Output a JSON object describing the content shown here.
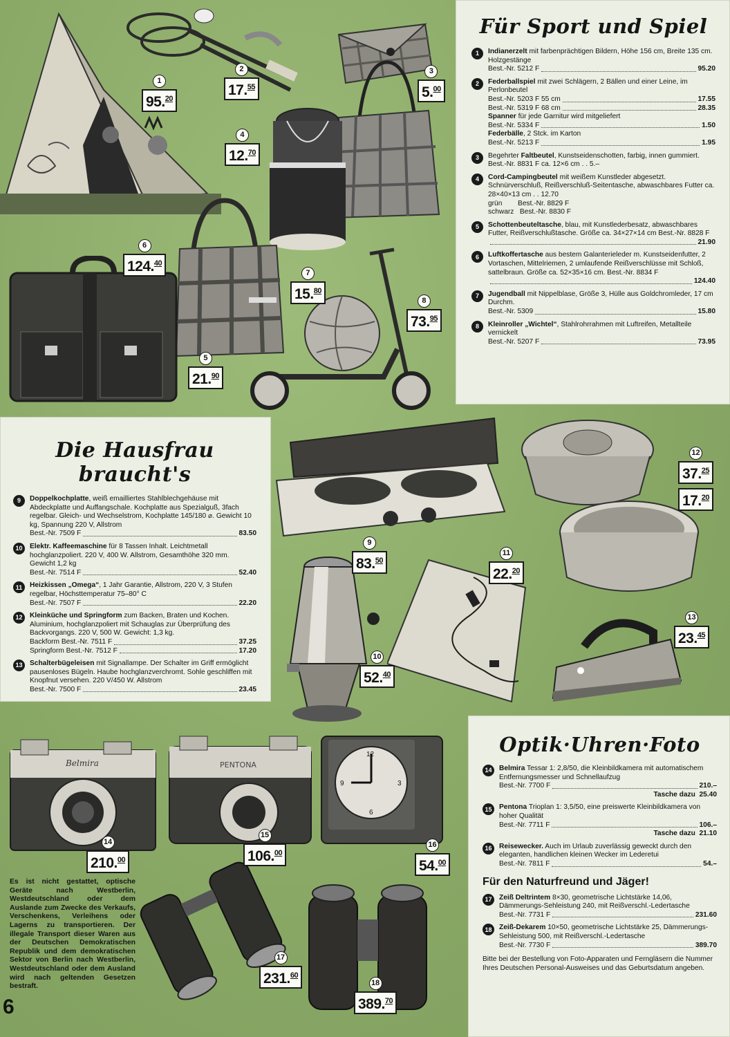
{
  "page_number": "6",
  "sport": {
    "title": "Für Sport und Spiel",
    "items": [
      {
        "num": "1",
        "title": "Indianerzelt",
        "text": " mit farbenprächtigen Bildern, Höhe 156 cm, Breite 135 cm. Holzgestänge",
        "lines": [
          {
            "label": "Best.-Nr. 5212 F",
            "price": "95.20"
          }
        ]
      },
      {
        "num": "2",
        "title": "Federballspiel",
        "text": " mit zwei Schlägern, 2 Bällen und einer Leine, im Perlonbeutel",
        "lines": [
          {
            "label": "Best.-Nr. 5203 F 55 cm",
            "price": "17.55"
          },
          {
            "label": "Best.-Nr. 5319 F 68 cm",
            "price": "28.35"
          }
        ],
        "extra": [
          {
            "title": "Spanner",
            "text": " für jede Garnitur wird mitgeliefert",
            "lines": [
              {
                "label": "Best.-Nr. 5334 F",
                "price": "1.50"
              }
            ]
          },
          {
            "title": "Federbälle",
            "text": ", 2 Stck. im Karton",
            "lines": [
              {
                "label": "Best.-Nr. 5213 F",
                "price": "1.95"
              }
            ]
          }
        ]
      },
      {
        "num": "3",
        "title": "Faltbeutel",
        "pre": "Begehrter ",
        "text": ", Kunstseidenschotten, farbig, innen gummiert. Best.-Nr. 8831 F ca. 12×6 cm . . 5.–",
        "lines": []
      },
      {
        "num": "4",
        "title": "Cord-Campingbeutel",
        "text": " mit weißem Kunstleder abgesetzt. Schnürverschluß, Reißverschluß-Seitentasche, abwaschbares Futter ca. 28×40×13 cm . . 12.70",
        "lines": [],
        "sub": [
          "grün        Best.-Nr. 8829 F",
          "schwarz   Best.-Nr. 8830 F"
        ]
      },
      {
        "num": "5",
        "title": "Schottenbeuteltasche",
        "text": ", blau, mit Kunstlederbesatz, abwaschbares Futter, Reißverschlußtasche. Größe ca. 34×27×14 cm Best.-Nr. 8828 F",
        "lines": [
          {
            "label": "",
            "price": "21.90"
          }
        ]
      },
      {
        "num": "6",
        "title": "Luftkoffertasche",
        "text": " aus bestem Galanterieleder m. Kunstseidenfutter, 2 Vortaschen, Mittelriemen, 2 umlaufende Reißverschlüsse mit Schloß, sattelbraun. Größe ca. 52×35×16 cm. Best.-Nr. 8834 F",
        "lines": [
          {
            "label": "",
            "price": "124.40"
          }
        ]
      },
      {
        "num": "7",
        "title": "Jugendball",
        "text": " mit Nippelblase, Größe 3, Hülle aus Goldchromleder, 17 cm Durchm.",
        "lines": [
          {
            "label": "Best.-Nr. 5309",
            "price": "15.80"
          }
        ]
      },
      {
        "num": "8",
        "title": "Kleinroller „Wichtel“",
        "text": ", Stahlrohrrahmen mit Luftreifen, Metallteile vernickelt",
        "lines": [
          {
            "label": "Best.-Nr. 5207 F",
            "price": "73.95"
          }
        ]
      }
    ]
  },
  "haus": {
    "title": "Die Hausfrau braucht's",
    "items": [
      {
        "num": "9",
        "title": "Doppelkochplatte",
        "text": ", weiß emailliertes Stahlblechgehäuse mit Abdeckplatte und Auffangschale. Kochplatte aus Spezialguß, 3fach regelbar. Gleich- und Wechselstrom, Kochplatte 145/180 ⌀. Gewicht 10 kg, Spannung 220 V, Allstrom",
        "lines": [
          {
            "label": "Best.-Nr. 7509 F",
            "price": "83.50"
          }
        ]
      },
      {
        "num": "10",
        "title": "Elektr. Kaffeemaschine",
        "text": " für 8 Tassen Inhalt. Leichtmetall hochglanzpoliert. 220 V, 400 W. Allstrom, Gesamthöhe 320 mm. Gewicht 1,2 kg",
        "lines": [
          {
            "label": "Best.-Nr. 7514 F",
            "price": "52.40"
          }
        ]
      },
      {
        "num": "11",
        "title": "Heizkissen „Omega“",
        "text": ", 1 Jahr Garantie, Allstrom, 220 V, 3 Stufen regelbar, Höchsttemperatur 75–80° C",
        "lines": [
          {
            "label": "Best.-Nr. 7507 F",
            "price": "22.20"
          }
        ]
      },
      {
        "num": "12",
        "title": "Kleinküche und Springform",
        "text": " zum Backen, Braten und Kochen. Aluminium, hochglanzpoliert mit Schauglas zur Überprüfung des Backvorgangs. 220 V, 500 W. Gewicht: 1,3 kg.",
        "lines": [
          {
            "label": "Backform      Best.-Nr. 7511 F",
            "price": "37.25"
          },
          {
            "label": "Springform    Best.-Nr. 7512 F",
            "price": "17.20"
          }
        ]
      },
      {
        "num": "13",
        "title": "Schalterbügeleisen",
        "text": " mit Signallampe. Der Schalter im Griff ermöglicht pausenloses Bügeln. Haube hochglanzverchromt. Sohle geschliffen mit Knopfnut versehen. 220 V/450 W. Allstrom",
        "lines": [
          {
            "label": "Best.-Nr. 7500 F",
            "price": "23.45"
          }
        ]
      }
    ]
  },
  "optik": {
    "title": "Optik·Uhren·Foto",
    "items": [
      {
        "num": "14",
        "title": "Belmira",
        "text": " Tessar 1: 2,8/50, die Kleinbildkamera mit automatischem Entfernungsmesser und Schnellaufzug",
        "lines": [
          {
            "label": "Best.-Nr. 7700 F",
            "price": "210.–"
          }
        ],
        "right": [
          "Tasche dazu  25.40"
        ]
      },
      {
        "num": "15",
        "title": "Pentona",
        "text": " Trioplan 1: 3,5/50, eine preiswerte Kleinbildkamera von hoher Qualität",
        "lines": [
          {
            "label": "Best.-Nr. 7711 F",
            "price": "106.–"
          }
        ],
        "right": [
          "Tasche dazu  21.10"
        ]
      },
      {
        "num": "16",
        "title": "Reisewecker.",
        "text": " Auch im Urlaub zuverlässig geweckt durch den eleganten, handlichen kleinen Wecker im Lederetui",
        "lines": [
          {
            "label": "Best.-Nr. 7811 F",
            "price": "54.–"
          }
        ]
      }
    ],
    "subheading": "Für den Naturfreund und Jäger!",
    "items2": [
      {
        "num": "17",
        "title": "Zeiß Deltrintem",
        "text": " 8×30, geometrische Lichtstärke 14,06, Dämmerungs-Sehleistung 240, mit Reißverschl.-Ledertasche",
        "lines": [
          {
            "label": "Best.-Nr. 7731 F",
            "price": "231.60"
          }
        ]
      },
      {
        "num": "18",
        "title": "Zeiß-Dekarem",
        "text": " 10×50, geometrische Lichtstärke 25, Dämmerungs-Sehleistung 500, mit Reißverschl.-Ledertasche",
        "lines": [
          {
            "label": "Best.-Nr. 7730 F",
            "price": "389.70"
          }
        ]
      }
    ],
    "note": "Bitte bei der Bestellung von Foto-Apparaten und Ferngläsern die Nummer Ihres Deutschen Personal-Ausweises und das Geburtsdatum angeben."
  },
  "disclaimer": "Es ist nicht gestattet, optische Geräte nach Westberlin, Westdeutschland oder dem Auslande zum Zwecke des Verkaufs, Verschenkens, Verleihens oder Lagerns zu transportieren. Der illegale Transport dieser Waren aus der Deutschen Demokratischen Republik und dem demokratischen Sektor von Berlin nach Westberlin, Westdeutschland oder dem Ausland wird nach geltenden Gesetzen bestraft.",
  "price_tags": [
    {
      "num": "1",
      "main": "95.",
      "cents": "20"
    },
    {
      "num": "2",
      "main": "17.",
      "cents": "55"
    },
    {
      "num": "3",
      "main": "5.",
      "cents": "00"
    },
    {
      "num": "4",
      "main": "12.",
      "cents": "70"
    },
    {
      "num": "5",
      "main": "21.",
      "cents": "90"
    },
    {
      "num": "6",
      "main": "124.",
      "cents": "40"
    },
    {
      "num": "7",
      "main": "15.",
      "cents": "80"
    },
    {
      "num": "8",
      "main": "73.",
      "cents": "95"
    },
    {
      "num": "9",
      "main": "83.",
      "cents": "50"
    },
    {
      "num": "10",
      "main": "52.",
      "cents": "40"
    },
    {
      "num": "11",
      "main": "22.",
      "cents": "20"
    },
    {
      "num": "12",
      "main": "37.",
      "cents": "25"
    },
    {
      "num": "12b",
      "main": "17.",
      "cents": "20"
    },
    {
      "num": "13",
      "main": "23.",
      "cents": "45"
    },
    {
      "num": "14",
      "main": "210.",
      "cents": "00"
    },
    {
      "num": "15",
      "main": "106.",
      "cents": "00"
    },
    {
      "num": "16",
      "main": "54.",
      "cents": "00"
    },
    {
      "num": "17",
      "main": "231.",
      "cents": "60"
    },
    {
      "num": "18",
      "main": "389.",
      "cents": "70"
    }
  ],
  "camera_labels": {
    "belmira": "Belmira",
    "pentona": "PENTONA"
  }
}
